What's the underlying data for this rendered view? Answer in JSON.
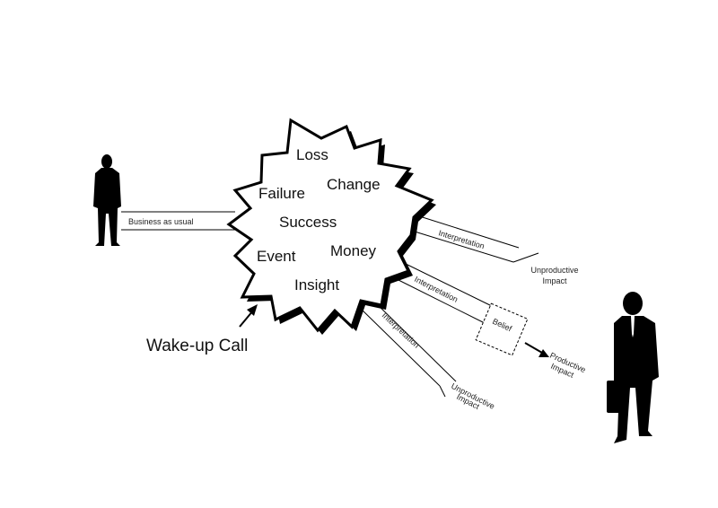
{
  "burst_words": {
    "loss": "Loss",
    "change": "Change",
    "failure": "Failure",
    "success": "Success",
    "event": "Event",
    "money": "Money",
    "insight": "Insight"
  },
  "labels": {
    "business_as_usual": "Business as usual",
    "wake_up_call": "Wake-up Call",
    "interpretation_1": "Interpretation",
    "interpretation_2": "Interpretation",
    "interpretation_3": "Interpretation",
    "unproductive_1_line1": "Unproductive",
    "unproductive_1_line2": "Impact",
    "unproductive_2_line1": "Unproductive",
    "unproductive_2_line2": "Impact",
    "belief": "Belief",
    "productive_line1": "Productive",
    "productive_line2": "Impact"
  }
}
